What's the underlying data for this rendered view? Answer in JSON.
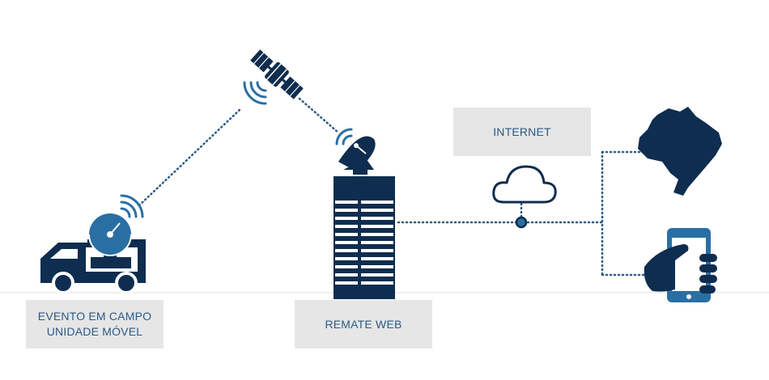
{
  "colors": {
    "navy": "#0f2d4f",
    "accent_blue": "#2a6fa3",
    "label_text": "#2a5a86",
    "label_bg": "#e6e6e6",
    "ground_line": "#dcdcdc",
    "dotted_link": "#2a5a86"
  },
  "labels": {
    "internet": "INTERNET",
    "remate_web": "REMATE WEB",
    "evento_line1": "EVENTO EM CAMPO",
    "evento_line2": "UNIDADE MÓVEL"
  },
  "icons": {
    "satellite": "satellite-icon",
    "ground_station": "satellite-dish-icon",
    "building": "building-icon",
    "truck": "broadcast-truck-icon",
    "cloud": "cloud-icon",
    "map": "brazil-map-icon",
    "phone": "hand-holding-phone-icon"
  }
}
